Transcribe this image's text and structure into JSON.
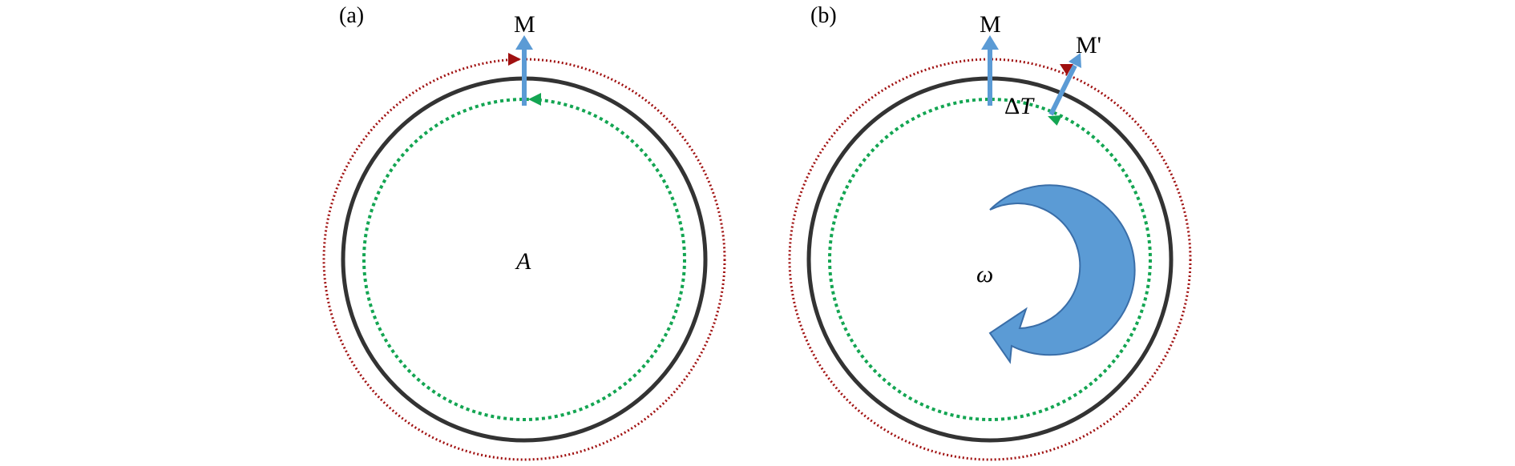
{
  "colors": {
    "ring": "#333333",
    "outer_path": "#a01010",
    "inner_path": "#13a552",
    "vector": "#5b9bd5",
    "rotation_arrow_fill": "#5b9bd5",
    "rotation_arrow_stroke": "#3a6ea8"
  },
  "panel_a": {
    "label": "(a)",
    "vector_label": "M",
    "center_label": "A"
  },
  "panel_b": {
    "label": "(b)",
    "vector_label": "M",
    "rotated_vector_label": "M'",
    "delay_label_prefix": "Δ",
    "delay_label_var": "T",
    "rotation_label": "ω"
  }
}
